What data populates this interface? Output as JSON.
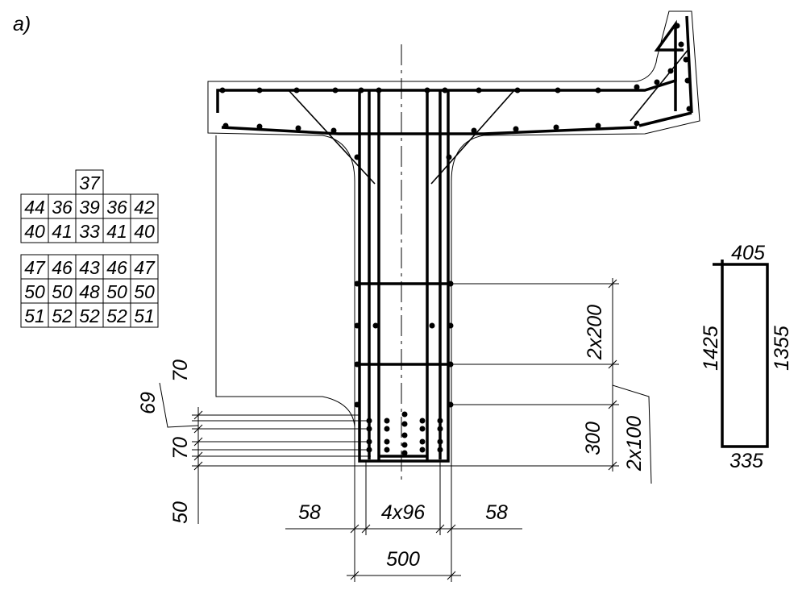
{
  "figure_label": "а)",
  "tables": {
    "upper": {
      "top_cell": "37",
      "rows": [
        [
          "44",
          "36",
          "39",
          "36",
          "42"
        ],
        [
          "40",
          "41",
          "33",
          "41",
          "40"
        ]
      ]
    },
    "lower": {
      "rows": [
        [
          "47",
          "46",
          "43",
          "46",
          "47"
        ],
        [
          "50",
          "50",
          "48",
          "50",
          "50"
        ],
        [
          "51",
          "52",
          "52",
          "52",
          "51"
        ]
      ]
    }
  },
  "dimensions": {
    "stirrup_spacing_top": "2x200",
    "stirrup_spacing_bottom": "2x100",
    "bottom_zone_height": "300",
    "left_70_upper": "70",
    "left_69": "69",
    "left_70_lower": "70",
    "left_50": "50",
    "cover_left": "58",
    "bar_spacing": "4x96",
    "cover_right": "58",
    "web_width": "500"
  },
  "stirrup_detail": {
    "top": "405",
    "left": "1425",
    "right": "1355",
    "bottom": "335"
  }
}
